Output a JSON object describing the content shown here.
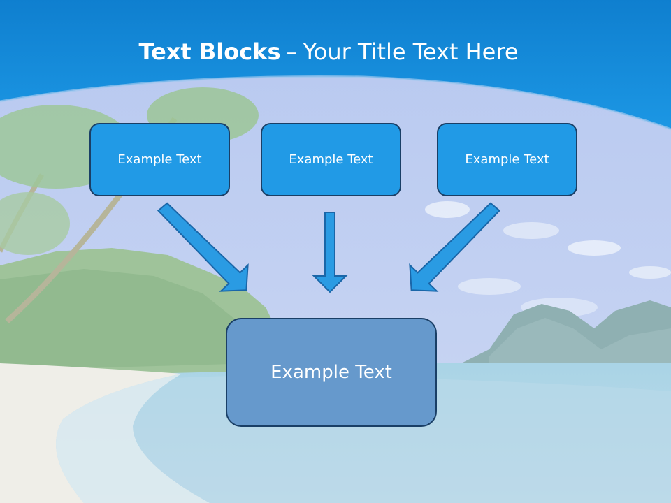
{
  "title": {
    "bold": "Text Blocks",
    "dash": "–",
    "rest": "Your Title Text Here"
  },
  "boxes": {
    "top": [
      {
        "label": "Example Text"
      },
      {
        "label": "Example Text"
      },
      {
        "label": "Example Text"
      }
    ],
    "main": {
      "label": "Example Text"
    }
  },
  "colors": {
    "header": "#1590dd",
    "box_fill": "#219ae6",
    "main_fill": "#6699cc",
    "box_border": "#1a3f66",
    "arrow_fill": "#2a9be3"
  }
}
